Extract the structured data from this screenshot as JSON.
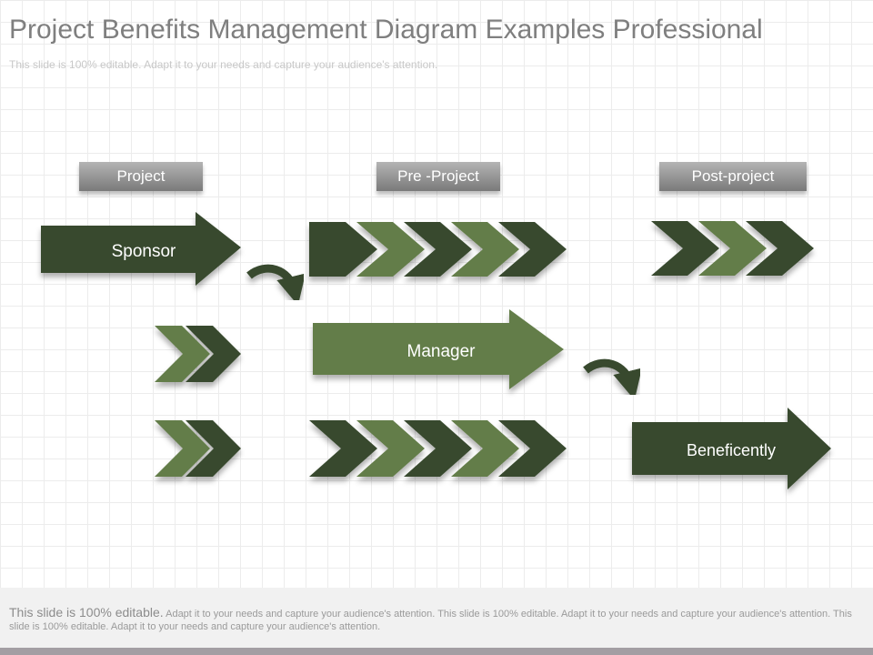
{
  "header": {
    "title": "Project Benefits Management Diagram Examples Professional",
    "subtitle": "This slide is 100% editable. Adapt it to your needs and capture your audience's attention."
  },
  "phases": [
    {
      "label": "Project"
    },
    {
      "label": "Pre -Project"
    },
    {
      "label": "Post-project"
    }
  ],
  "roles": {
    "sponsor": "Sponsor",
    "manager": "Manager",
    "beneficently": "Beneficently"
  },
  "footer": {
    "lead": "This slide is 100% editable.",
    "body": "Adapt it to your needs and capture your audience's attention. This slide is 100% editable. Adapt it to your needs and capture your audience's attention. This slide is 100% editable. Adapt it to your needs and capture your audience's attention."
  },
  "colors": {
    "dark_green": "#374a2e",
    "light_green": "#647d4a",
    "tab_gray": "#8f8f8f"
  }
}
